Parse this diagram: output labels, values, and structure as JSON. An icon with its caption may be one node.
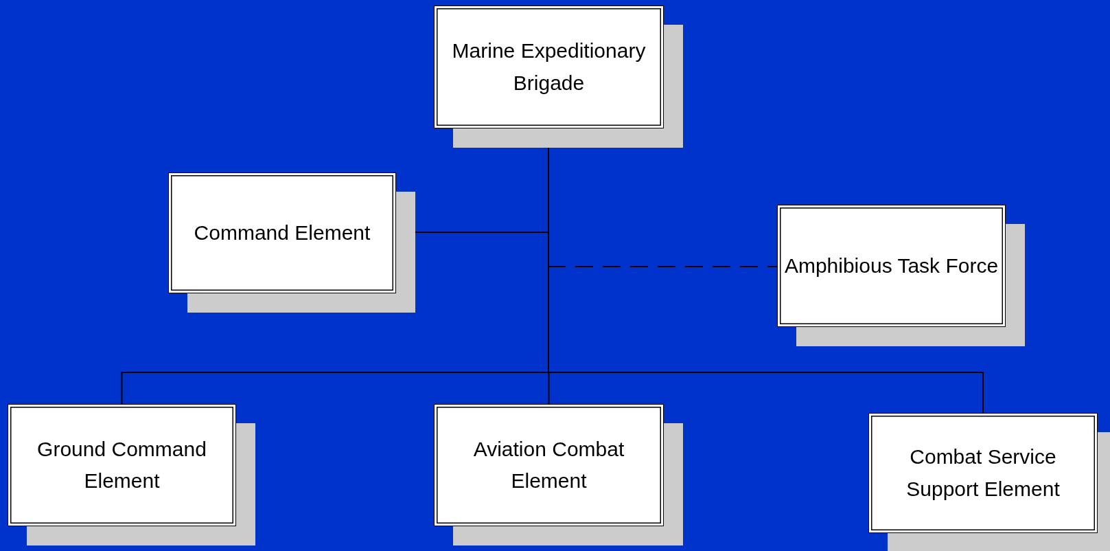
{
  "diagram": {
    "nodes": [
      {
        "text": [
          "Marine Expeditionary Brigade"
        ]
      },
      {
        "text": [
          "Command Element"
        ]
      },
      {
        "text": [
          "Amphibious Task Force"
        ]
      },
      {
        "text": [
          "Ground Command Element"
        ]
      },
      {
        "text": [
          "Aviation Combat Element"
        ]
      },
      {
        "text": [
          "Combat Service Support Element"
        ]
      }
    ],
    "edges": [
      {
        "from": 0,
        "to": 1,
        "arrow": "none"
      },
      {
        "from": 0,
        "to": 2,
        "arrow": "none",
        "style": "dashed"
      },
      {
        "from": 0,
        "to": 3,
        "arrow": "none"
      },
      {
        "from": 0,
        "to": 4,
        "arrow": "none"
      },
      {
        "from": 0,
        "to": 5,
        "arrow": "none"
      }
    ]
  }
}
